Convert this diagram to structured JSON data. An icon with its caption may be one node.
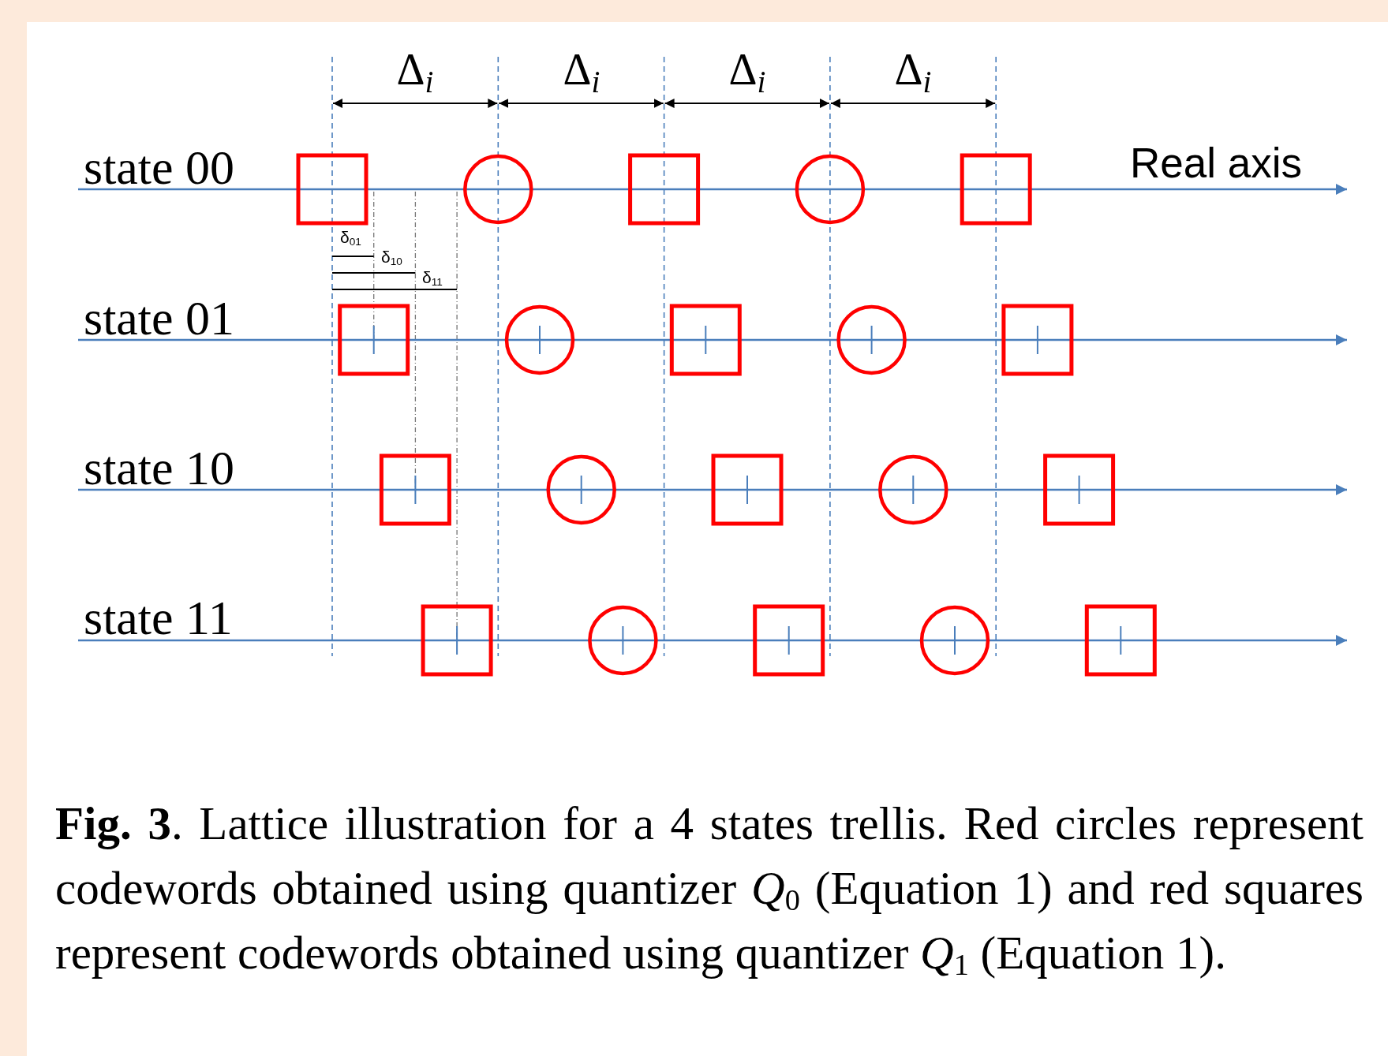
{
  "diagram": {
    "caption": "**Fig. 3**. Lattice illustration for a 4 states trellis. Red circles represent codewords obtained using quantizer *Q*$_{0}$ (Equation 1) and red squares represent codewords obtained using quantizer *Q*$_{1}$ (Equation 1).",
    "labels": [
      "Δ$_{i}$",
      "Δ$_{i}$",
      "Δ$_{i}$",
      "Δ$_{i}$",
      "state 00",
      "Real axis",
      "δ$_{01}$",
      "δ$_{10}$",
      "δ$_{11}$",
      "state 01",
      "state 10",
      "state 11"
    ]
  }
}
